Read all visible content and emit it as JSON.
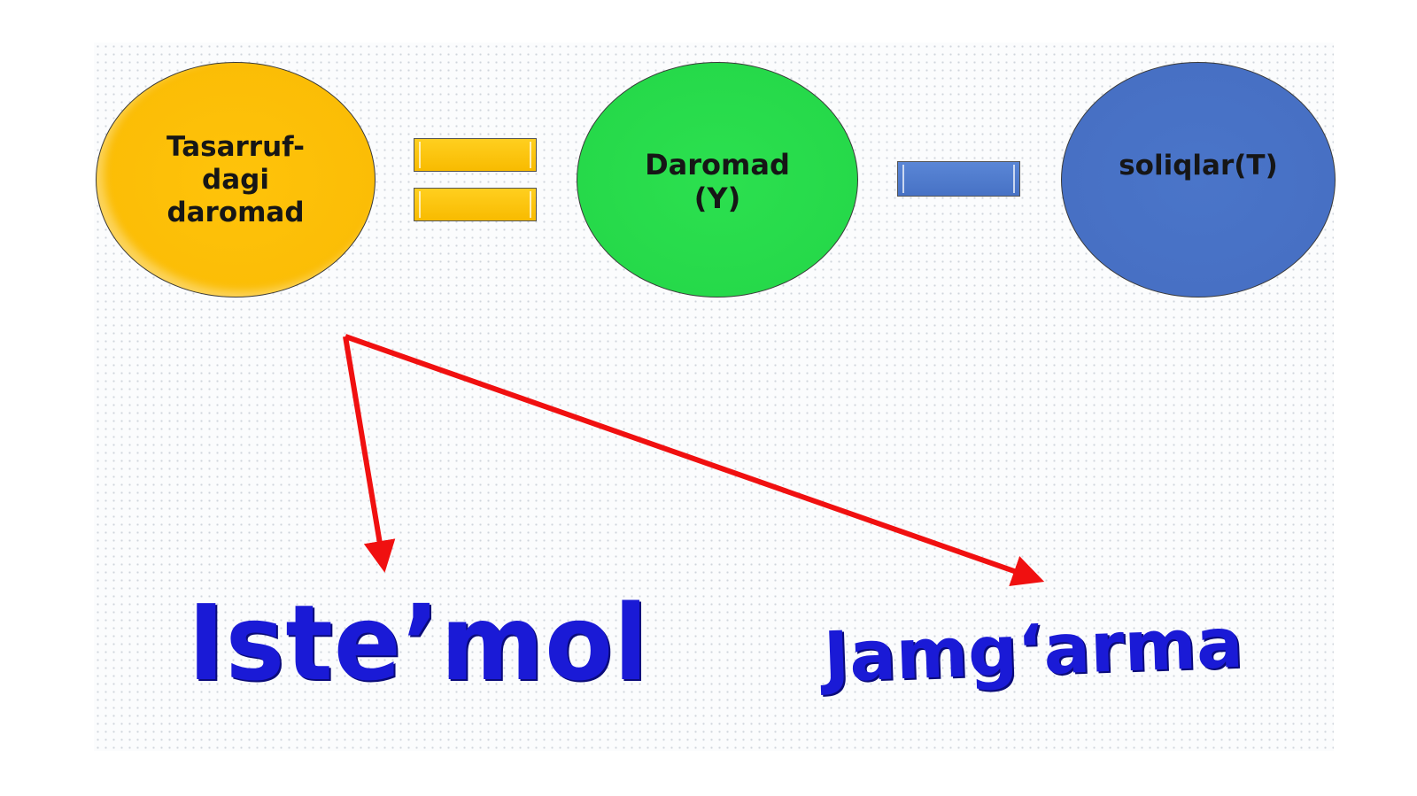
{
  "diagram": {
    "disposable_income": {
      "lines": [
        "Tasarruf-",
        "dagi",
        "daromad"
      ],
      "color": "#fbbd06"
    },
    "equals_sign": {
      "color": "#f8bb00"
    },
    "income": {
      "lines": [
        "Daromad",
        "(Y)"
      ],
      "color": "#26d94a"
    },
    "minus_sign": {
      "color": "#4772c5"
    },
    "taxes": {
      "label": "soliqlar(T)",
      "color": "#4770c4"
    },
    "consumption": {
      "label": "Iste’mol",
      "color": "#1a1ad6"
    },
    "saving": {
      "label": "Jamg‘arma",
      "color": "#1a1ad6"
    },
    "arrow_color": "#f01010"
  }
}
